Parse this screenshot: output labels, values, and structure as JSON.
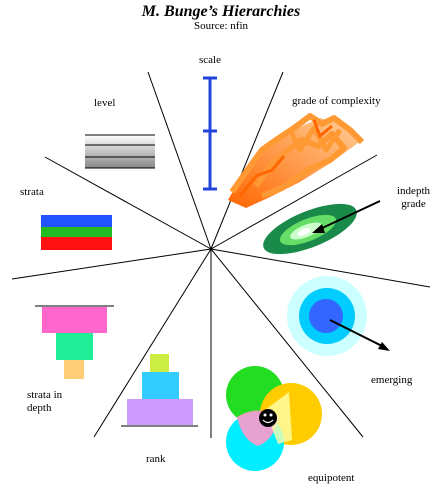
{
  "title": "M. Bunge’s Hierarchies",
  "source": "Source: nfin",
  "labels": {
    "scale": "scale",
    "level": "level",
    "grade_of_complexity": "grade of complexity",
    "indepth_grade_line1": "indepth",
    "indepth_grade_line2": "grade",
    "strata": "strata",
    "strata_in_depth_line1": "strata in",
    "strata_in_depth_line2": "depth",
    "rank": "rank",
    "emerging": "emerging",
    "equipotent": "equipotent"
  },
  "colors": {
    "scale_bar": "#2244dd",
    "strata": [
      "#2255ff",
      "#22bb22",
      "#ff1111"
    ],
    "strata_in_depth": [
      "#ff66cc",
      "#22ee99",
      "#ffcc77"
    ],
    "rank": [
      "#ccee44",
      "#33ccff",
      "#cc99ff"
    ],
    "complexity": [
      "#ff9933",
      "#ff6600",
      "#ffcc88"
    ],
    "indepth": [
      "#1a8a4a",
      "#66dd66",
      "#ccffcc",
      "#ffffff"
    ],
    "emerging": [
      "#ccffff",
      "#00ccff",
      "#3366ff"
    ],
    "equipotent": [
      "#22dd22",
      "#ffcc00",
      "#00eeff",
      "#ff99cc",
      "#ffffaa",
      "#000000"
    ]
  }
}
